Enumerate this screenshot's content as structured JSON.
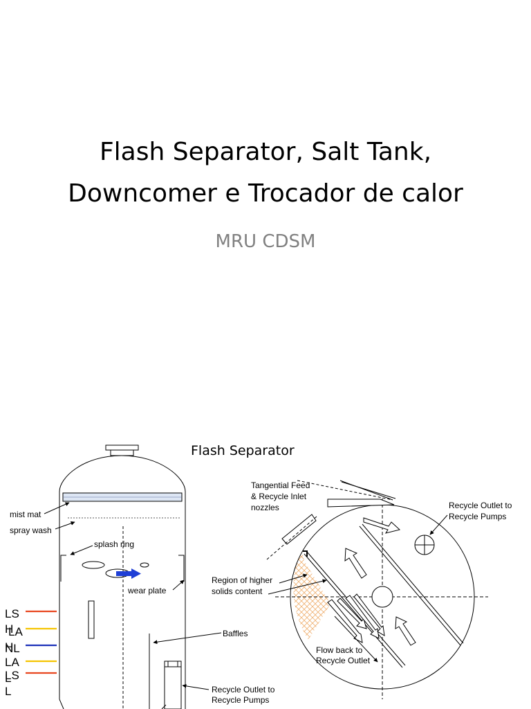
{
  "slide": {
    "title_line1": "Flash Separator, Salt Tank,",
    "title_line2": "Downcomer e Trocador de calor",
    "subtitle": "MRU CDSM"
  },
  "figure": {
    "title": "Flash Separator",
    "side_labels": {
      "mist_mat": "mist mat",
      "spray_wash": "spray wash",
      "splash_ring": "splash ring",
      "wear_plate": "wear plate",
      "baffles": "Baffles",
      "recycle_outlet_line1": "Recycle Outlet to",
      "recycle_outlet_line2": "Recycle Pumps"
    },
    "plan_labels": {
      "tangential_line1": "Tangential Feed",
      "tangential_line2": "& Recycle Inlet",
      "tangential_line3": "nozzles",
      "outlet_line1": "Recycle Outlet to",
      "outlet_line2": "Recycle Pumps",
      "region_line1": "Region of higher",
      "region_line2": "solids content",
      "flowback_line1": "Flow back to",
      "flowback_line2": "Recycle Outlet"
    },
    "level_labels": [
      "LS",
      "H",
      "LA",
      "H",
      "NL",
      "LA",
      "L",
      "LS",
      "L"
    ],
    "level_colors": {
      "red": "#e8451e",
      "yellow": "#f5c400",
      "blue": "#1a2fb8",
      "arrow_blue": "#1f3fd6",
      "hatch": "#f0b070"
    }
  }
}
